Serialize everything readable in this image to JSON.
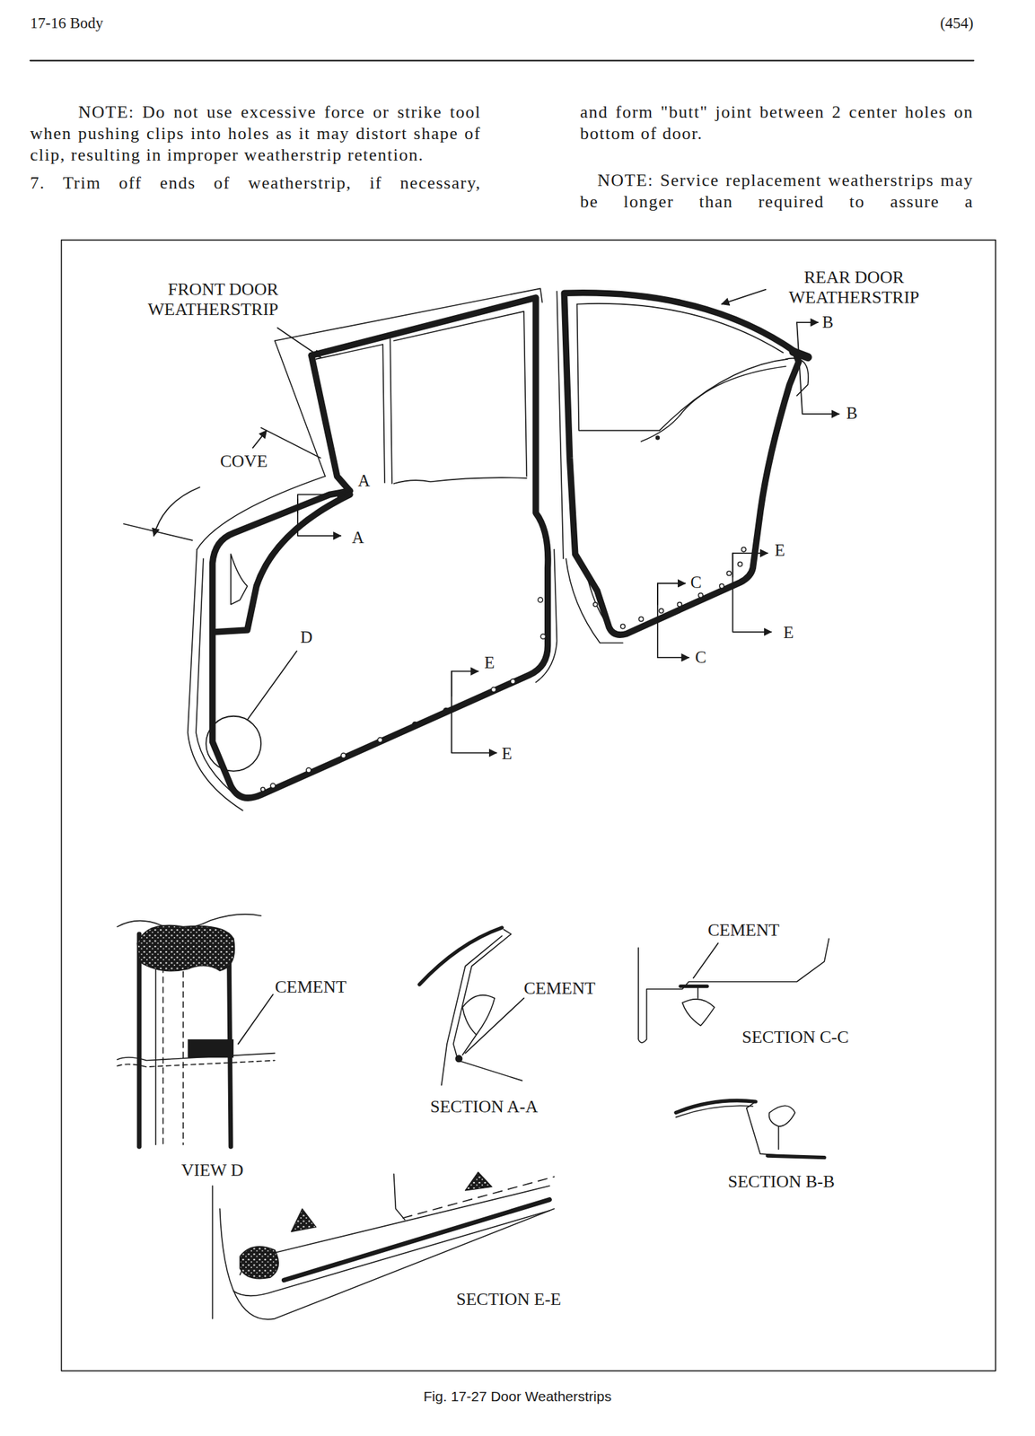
{
  "diagram": {
    "caption": "Fig. 17-27 Door Weatherstrips",
    "labels": [
      "17-16 Body",
      "(454)",
      "NOTE: Do not use excessive force or strike tool when pushing clips into holes as it may distort shape of clip, resulting in improper weatherstrip retention.",
      "7. Trim off ends of weatherstrip, if necessary,",
      "and form \"butt\" joint between 2 center holes on bottom of door.",
      "NOTE: Service replacement weatherstrips may be longer than required to assure a",
      "FRONT DOOR WEATHERSTRIP",
      "REAR DOOR WEATHERSTRIP",
      "B",
      "B",
      "COVE",
      "A",
      "A",
      "E",
      "C",
      "E",
      "C",
      "D",
      "E",
      "E",
      "CEMENT",
      "CEMENT",
      "CEMENT",
      "SECTION C-C",
      "SECTION A-A",
      "VIEW D",
      "SECTION B-B",
      "SECTION E-E"
    ]
  }
}
